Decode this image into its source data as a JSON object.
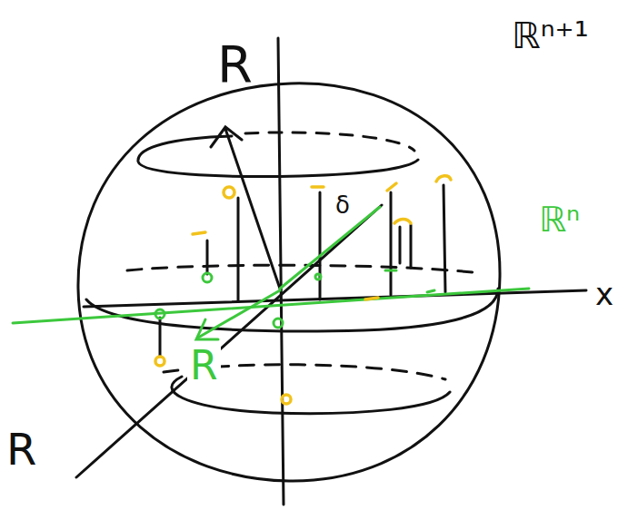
{
  "diagram": {
    "labels": [
      "R",
      "ℝⁿ⁺¹",
      "ℝⁿ",
      "x",
      "R",
      "δ",
      "R"
    ]
  }
}
